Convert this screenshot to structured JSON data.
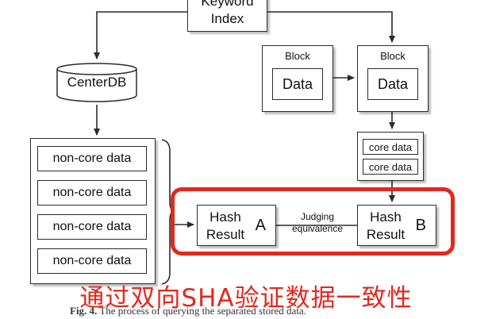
{
  "keyword_index": {
    "line1": "Keyword",
    "line2": "Index"
  },
  "centerdb": {
    "label": "CenterDB"
  },
  "blocks": [
    {
      "title": "Block",
      "inner": "Data"
    },
    {
      "title": "Block",
      "inner": "Data"
    }
  ],
  "core_data": [
    "core data",
    "core data"
  ],
  "non_core_data": [
    "non-core data",
    "non-core data",
    "non-core data",
    "non-core data"
  ],
  "hash_a": {
    "line1": "Hash",
    "line2": "Result",
    "letter": "A"
  },
  "hash_b": {
    "line1": "Hash",
    "line2": "Result",
    "letter": "B"
  },
  "judge": {
    "line1": "Judging",
    "line2": "equivalence"
  },
  "overlay_text": "通过双向SHA验证数据一致性",
  "caption": {
    "label": "Fig. 4.",
    "text": " The process of querying the separated stored data."
  },
  "colors": {
    "highlight": "#e3281e",
    "line": "#2b2b2b"
  }
}
